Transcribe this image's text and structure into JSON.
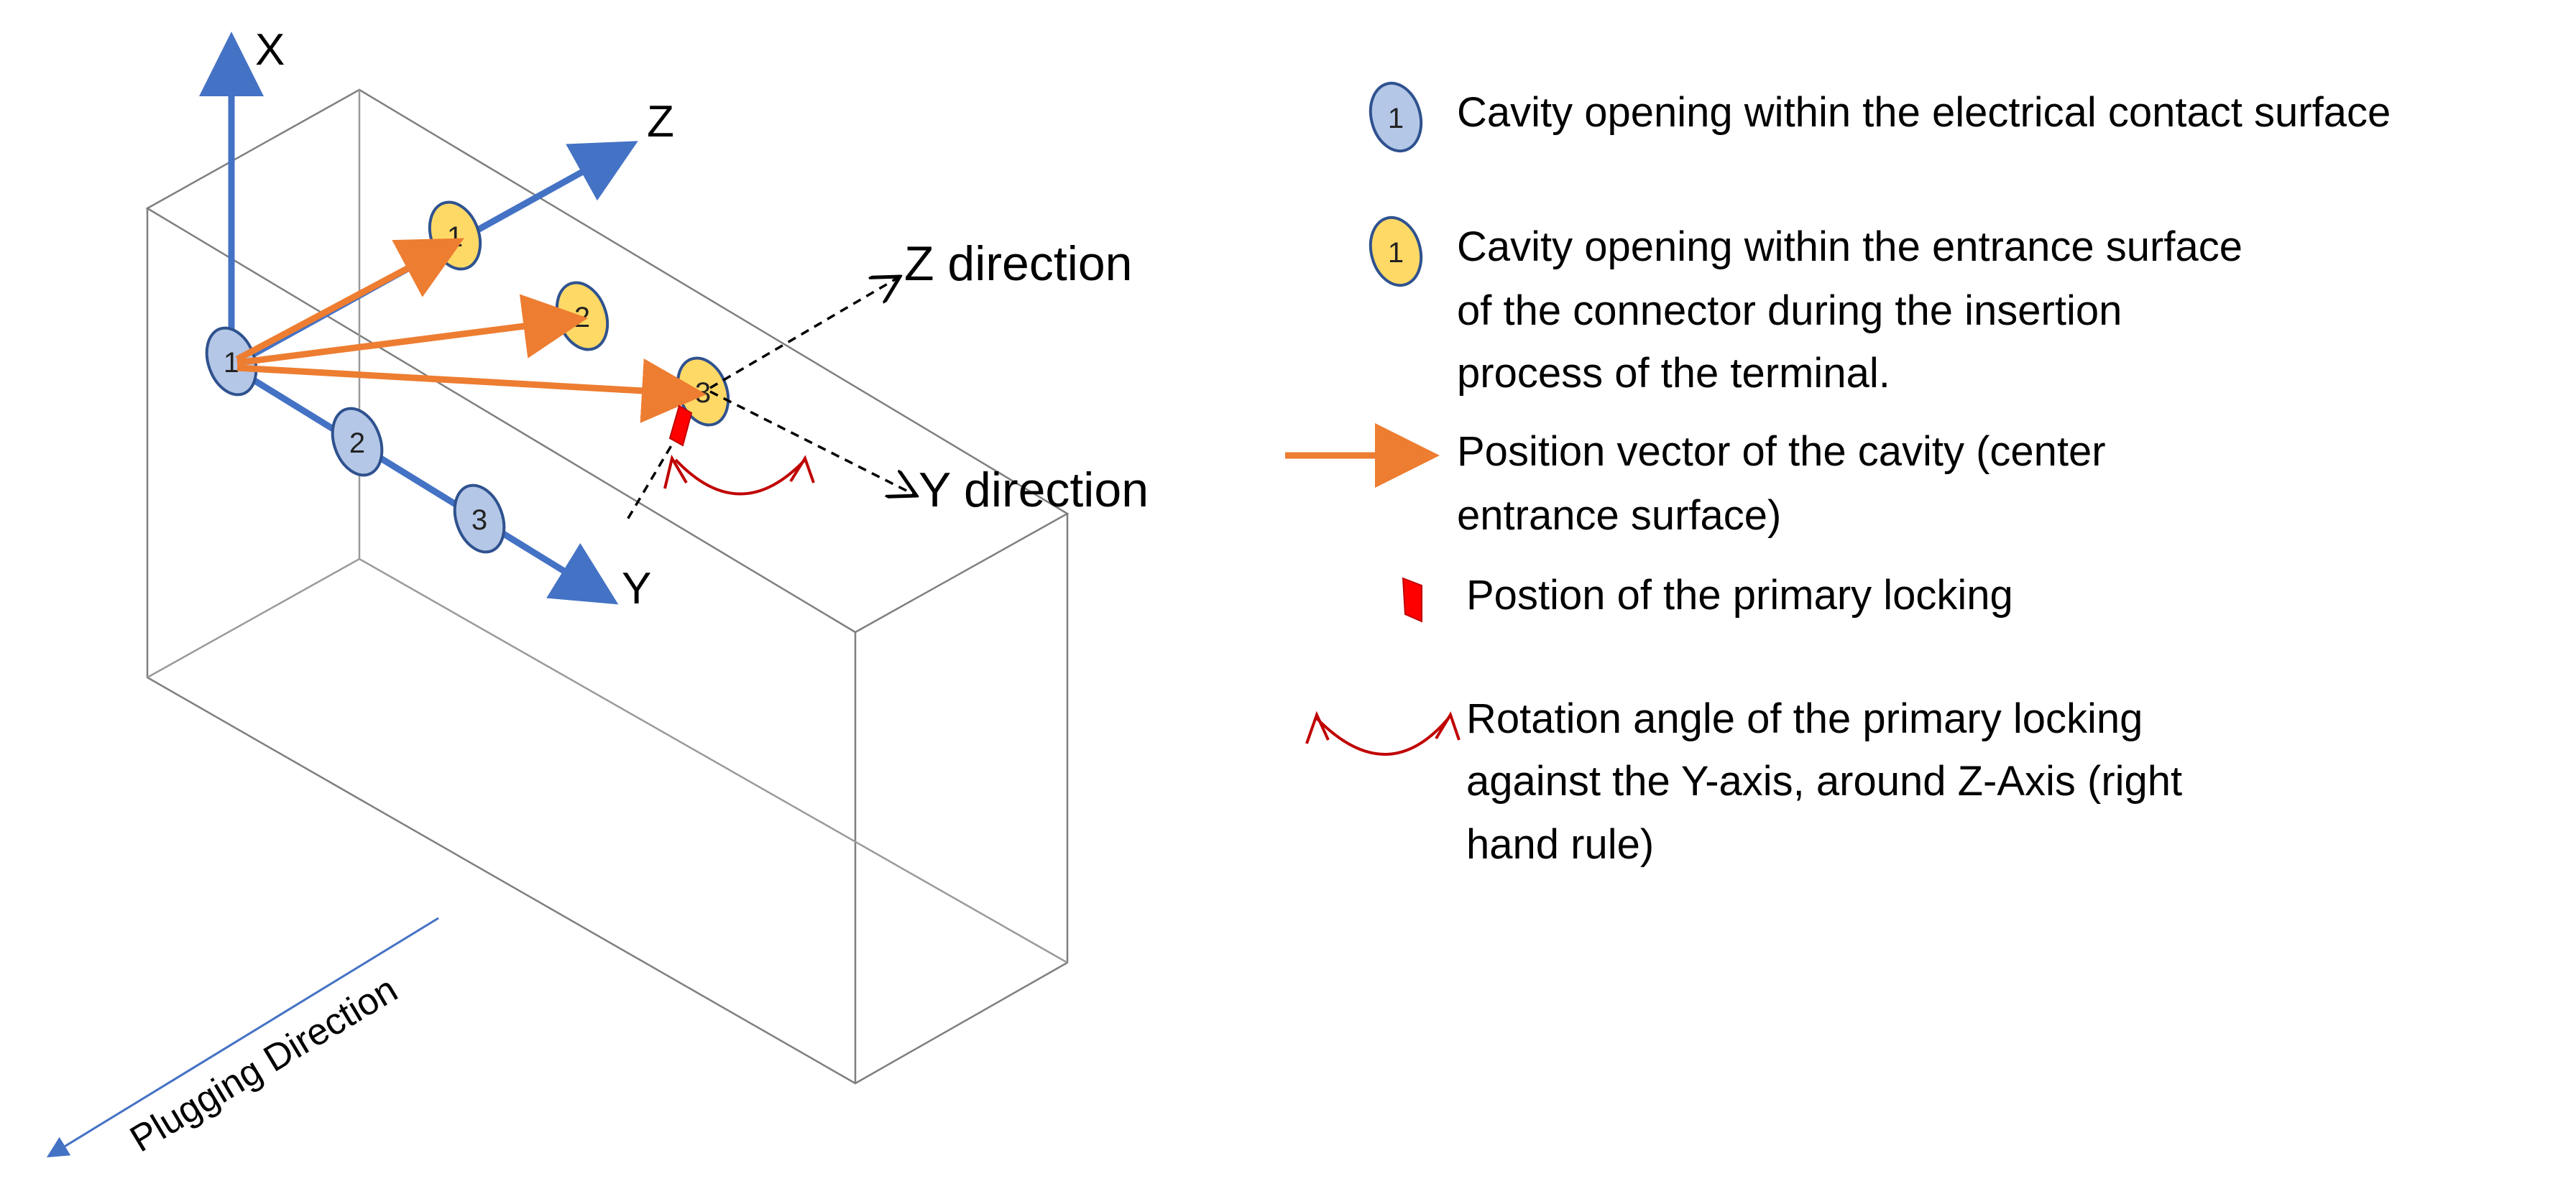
{
  "colors": {
    "blue_axis": "#4472C4",
    "orange_vector": "#ED7D31",
    "light_blue_fill": "#B4C7E7",
    "yellow_fill": "#FFD966",
    "oval_stroke": "#2F528F",
    "red_lock": "#FF0000",
    "dark_red_arc": "#C00000",
    "box_stroke": "#7F7F7F"
  },
  "axes": {
    "x": "X",
    "y": "Y",
    "z": "Z"
  },
  "directions": {
    "z": "Z direction",
    "y": "Y direction"
  },
  "plugging_direction": "Plugging Direction",
  "contact_cavities": [
    "1",
    "2",
    "3"
  ],
  "entrance_cavities": [
    "1",
    "2",
    "3"
  ],
  "legend": {
    "contact_number": "1",
    "entrance_number": "1",
    "contact_opening": "Cavity opening within the electrical contact surface",
    "entrance_opening_lines": [
      "Cavity opening within the entrance surface",
      "of the connector during the insertion",
      "process of the terminal."
    ],
    "position_vector_lines": [
      "Position vector of the cavity (center",
      "entrance surface)"
    ],
    "primary_locking": "Postion of the primary locking",
    "rotation_angle_lines": [
      "Rotation angle of the primary locking",
      "against the Y-axis, around Z-Axis (right",
      "hand rule)"
    ]
  }
}
